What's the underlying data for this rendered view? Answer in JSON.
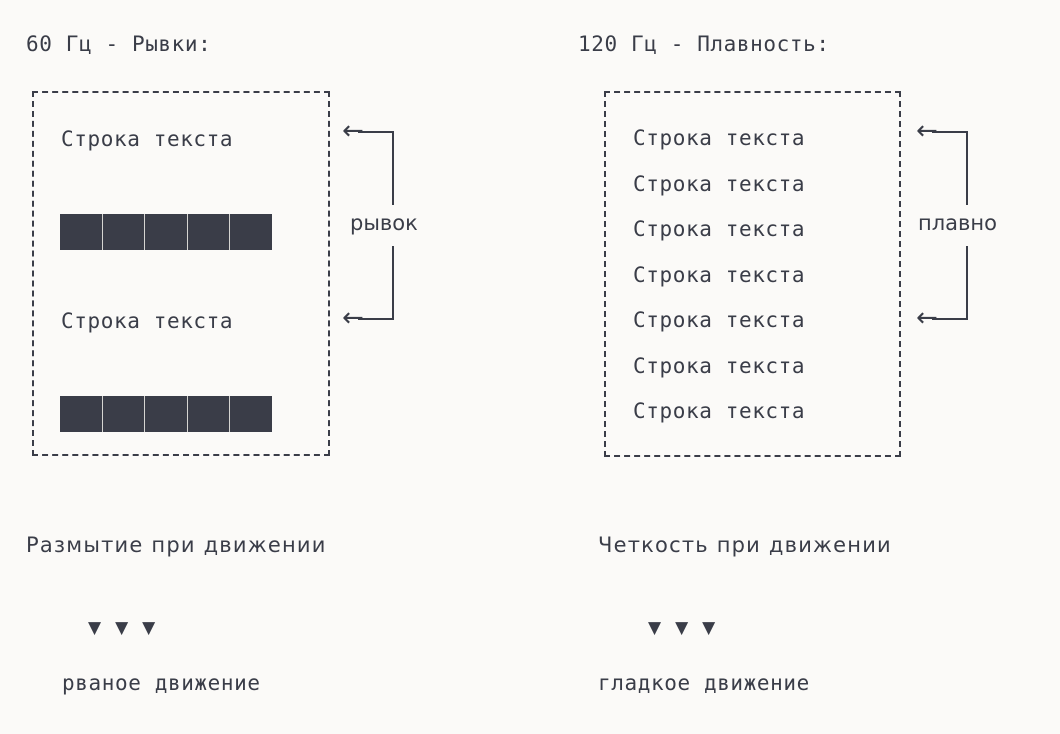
{
  "colors": {
    "background": "#fbfaf8",
    "ink": "#3a3d48",
    "bar_fill": "#3a3d48",
    "bar_seam": "#d6d5d2"
  },
  "panels": [
    {
      "id": "panel-60hz",
      "title": "60 Гц - Рывки:",
      "screen": {
        "lines": [
          "Строка текста",
          "Строка текста"
        ],
        "bars": [
          {
            "segments": 5
          },
          {
            "segments": 5
          }
        ]
      },
      "bracket": {
        "label": "рывок",
        "arrow_icon": "←"
      },
      "footer": {
        "caption": "Размытие при движении",
        "triangles": [
          "▼",
          "▼",
          "▼"
        ],
        "note": "рваное движение"
      }
    },
    {
      "id": "panel-120hz",
      "title": "120 Гц - Плавность:",
      "screen": {
        "lines": [
          "Строка текста",
          "Строка текста",
          "Строка текста",
          "Строка текста",
          "Строка текста",
          "Строка текста",
          "Строка текста"
        ],
        "bars": []
      },
      "bracket": {
        "label": "плавно",
        "arrow_icon": "←"
      },
      "footer": {
        "caption": "Четкость при движении",
        "triangles": [
          "▼",
          "▼",
          "▼"
        ],
        "note": "гладкое движение"
      }
    }
  ]
}
